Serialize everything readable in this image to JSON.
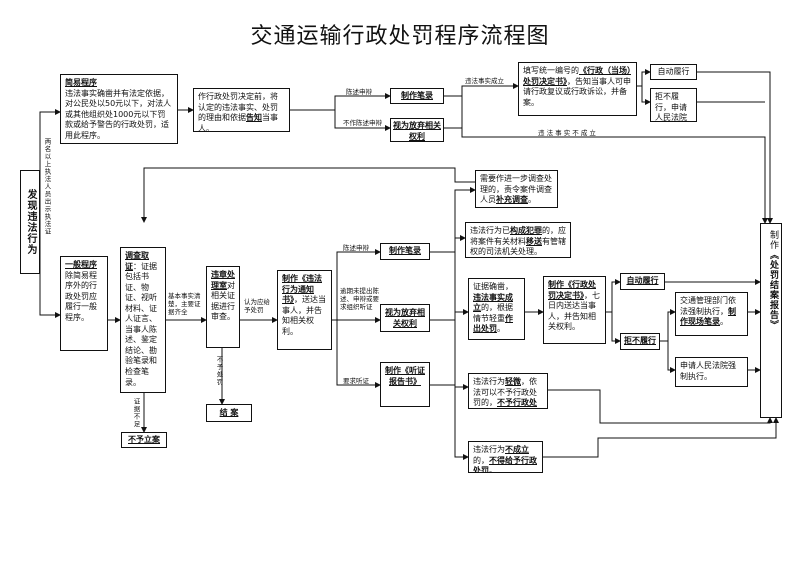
{
  "title": "交通运输行政处罚程序流程图",
  "boxes": {
    "discover": "发现违法行为",
    "simple_title": "简易程序",
    "simple_body": "违法事实确凿并有法定依据，对公民处以50元以下，对法人或其他组织处1000元以下罚款或给予警告的行政处罚，适用此程序。",
    "simple_decision_pre": "作行政处罚决定前，将认定的违法事实、处罚的理由和依据",
    "simple_decision_bold": "告知",
    "simple_decision_post": "当事人。",
    "record_top": "制作笔录",
    "waive_top": "视为放弃相关权利",
    "decision_book_pre": "填写统一编号的",
    "decision_book_bold": "《行政（当场）处罚决定书》",
    "decision_book_post": "，告知当事人可申请行政复议或行政诉讼，并备案。",
    "self_perform_top": "自动履行",
    "refuse_top": "拒不履行，申请人民法院执行",
    "general_title": "一般程序",
    "general_body": "除简易程序外的行政处罚应履行一般程序。",
    "investigate_title": "调查取证",
    "investigate_body": "：证据包括书证、物证、视听材料、证人证言、当事人陈述、鉴定结论、勘验笔录和检查笔录。",
    "no_case": "不予立案",
    "review_title": "违章处理室",
    "review_body": "对相关证据进行审查。",
    "close_case": "结 案",
    "notice_title": "制作《违法行为通知书》",
    "notice_body": "，送达当事人，并告知相关权利。",
    "record_mid": "制作笔录",
    "waive_mid": "视为放弃相关权利",
    "hearing_title": "制作《听证报告书》",
    "further_pre": "需要作进一步调查处理的，责令案件调查人员",
    "further_bold": "补充调查",
    "further_post": "。",
    "crime_pre": "违法行为已",
    "crime_bold": "构成犯罪",
    "crime_mid": "的，应将案件有关材料",
    "crime_bold2": "移送",
    "crime_post": "有管辖权的司法机关处理。",
    "evidence_pre": "证据确凿，",
    "evidence_bold": "违法事实成立",
    "evidence_mid": "的，根据情节轻重",
    "evidence_bold2": "作出处罚",
    "evidence_post": "。",
    "penalty_title": "制作《行政处罚决定书》",
    "penalty_body": "，七日内送达当事人，并告知相关权利。",
    "self_perform_mid": "自动履行",
    "refuse_mid": "拒不履行",
    "traffic_dept_pre": "交通管理部门依法强制执行，",
    "traffic_dept_bold": "制作现场笔录",
    "traffic_dept_post": "。",
    "court": "申请人民法院强制执行。",
    "minor_pre": "违法行为",
    "minor_bold": "轻微",
    "minor_mid": "，依法可以不予行政处罚的，",
    "minor_bold2": "不予行政处罚",
    "minor_post": "。",
    "not_valid_pre": "违法行为",
    "not_valid_bold": "不成立",
    "not_valid_mid": "的，",
    "not_valid_bold2": "不得给予行政处罚",
    "not_valid_post": "。",
    "final_pre": "制作",
    "final_bold": "《处罚结案报告》"
  },
  "labels": {
    "two_or_more": "两名以上执法人员出示执法证",
    "state_defense_top": "陈述申辩",
    "no_state_defense": "不作陈述申辩",
    "fact_established": "违法事实成立",
    "fact_not_established": "违 法 事 实 不 成 立",
    "basic_facts": "基本事实清楚，主要证据齐全",
    "should_punish": "认为应给予处罚",
    "insufficient_evidence": "证据不足",
    "no_punish": "不予处罚",
    "state_defense_mid": "陈述申辩",
    "overdue": "逾期未提出陈述、申辩或要求组织听证",
    "request_hearing": "要求听证"
  }
}
